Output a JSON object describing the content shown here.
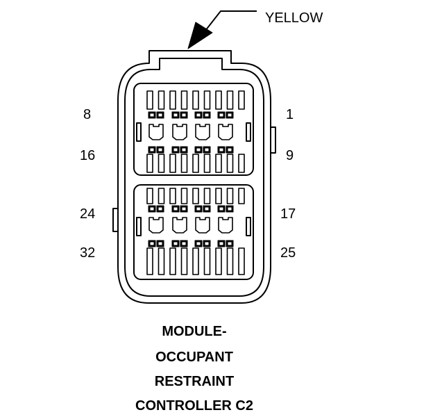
{
  "callout": {
    "color_label": "YELLOW"
  },
  "pins": {
    "top_left_upper": "8",
    "top_left_lower": "16",
    "top_right_upper": "1",
    "top_right_lower": "9",
    "bottom_left_upper": "24",
    "bottom_left_lower": "32",
    "bottom_right_upper": "17",
    "bottom_right_lower": "25"
  },
  "title_lines": [
    "MODULE-",
    "OCCUPANT",
    "RESTRAINT",
    "CONTROLLER C2"
  ]
}
